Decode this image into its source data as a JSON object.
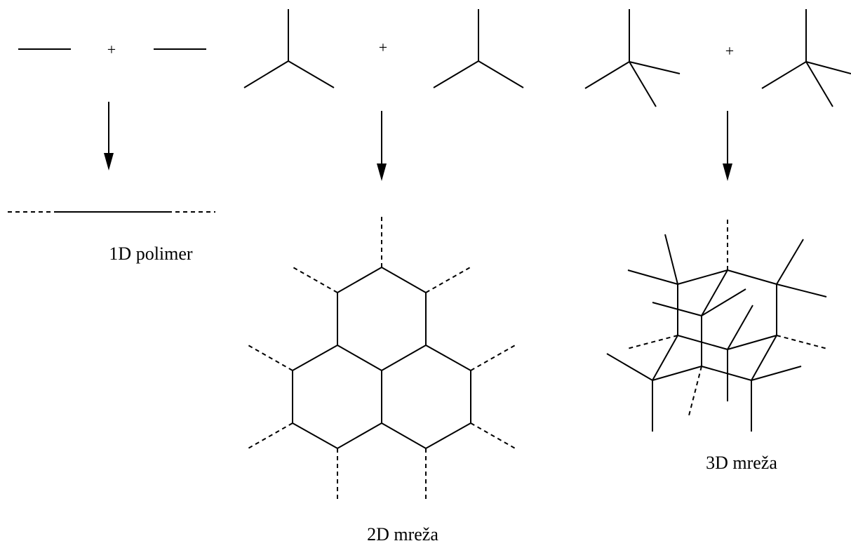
{
  "diagram": {
    "operator": "+",
    "columns": [
      {
        "name": "1D",
        "label": "1D polimer"
      },
      {
        "name": "2D",
        "label": "2D mreža"
      },
      {
        "name": "3D",
        "label": "3D mreža"
      }
    ]
  },
  "colors": {
    "line": "#000000",
    "background": "#ffffff"
  }
}
